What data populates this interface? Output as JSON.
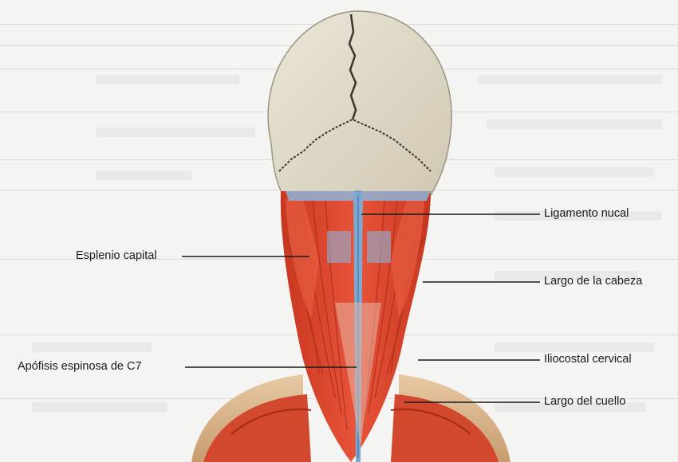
{
  "diagram": {
    "labels": {
      "ligamento_nucal": "Ligamento nucal",
      "esplenio_capital": "Esplenio capital",
      "largo_de_la_cabeza": "Largo de la cabeza",
      "apofisis_espinosa_c7": "Apófisis espinosa de C7",
      "iliocostal_cervical": "Iliocostal cervical",
      "largo_del_cuello": "Largo del cuello"
    },
    "colors": {
      "background": "#f4f4f2",
      "skull": "#ddd8c8",
      "muscle": "#d9452e",
      "muscle_dark": "#b8301f",
      "ligament": "#8db4d8",
      "label_line": "#1a1a1a"
    }
  }
}
